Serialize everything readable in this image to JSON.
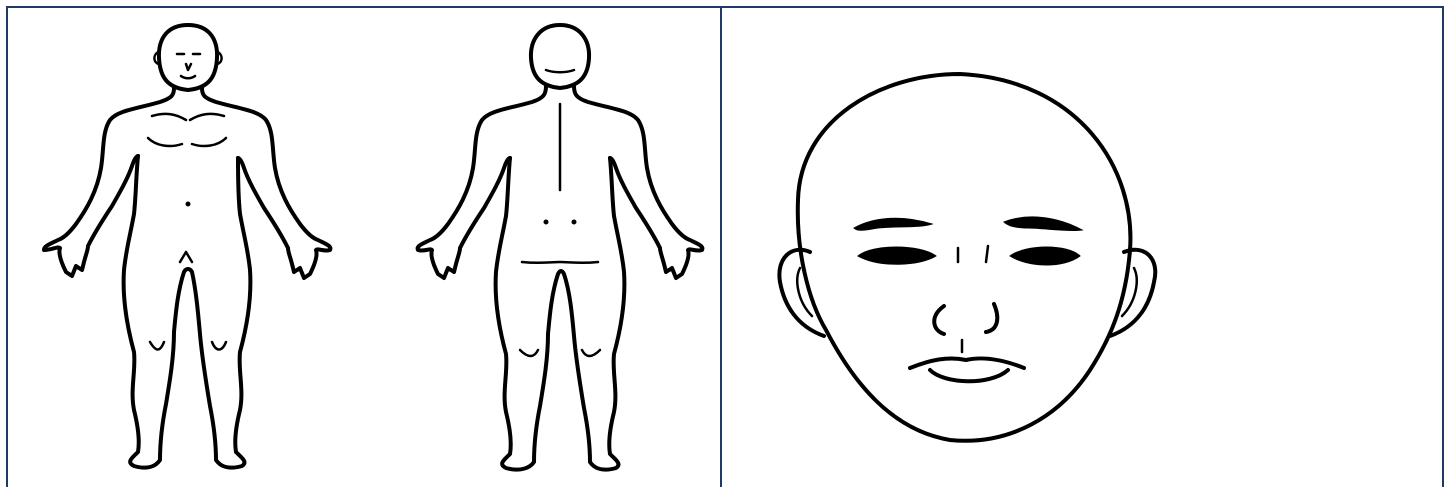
{
  "figure": {
    "panels": [
      {
        "id": "body-panel",
        "content": [
          "front-view",
          "back-view"
        ]
      },
      {
        "id": "face-panel",
        "content": [
          "face-front"
        ]
      }
    ],
    "colors": {
      "border": "#1f3a68",
      "ink": "#000000",
      "background": "#ffffff"
    }
  }
}
